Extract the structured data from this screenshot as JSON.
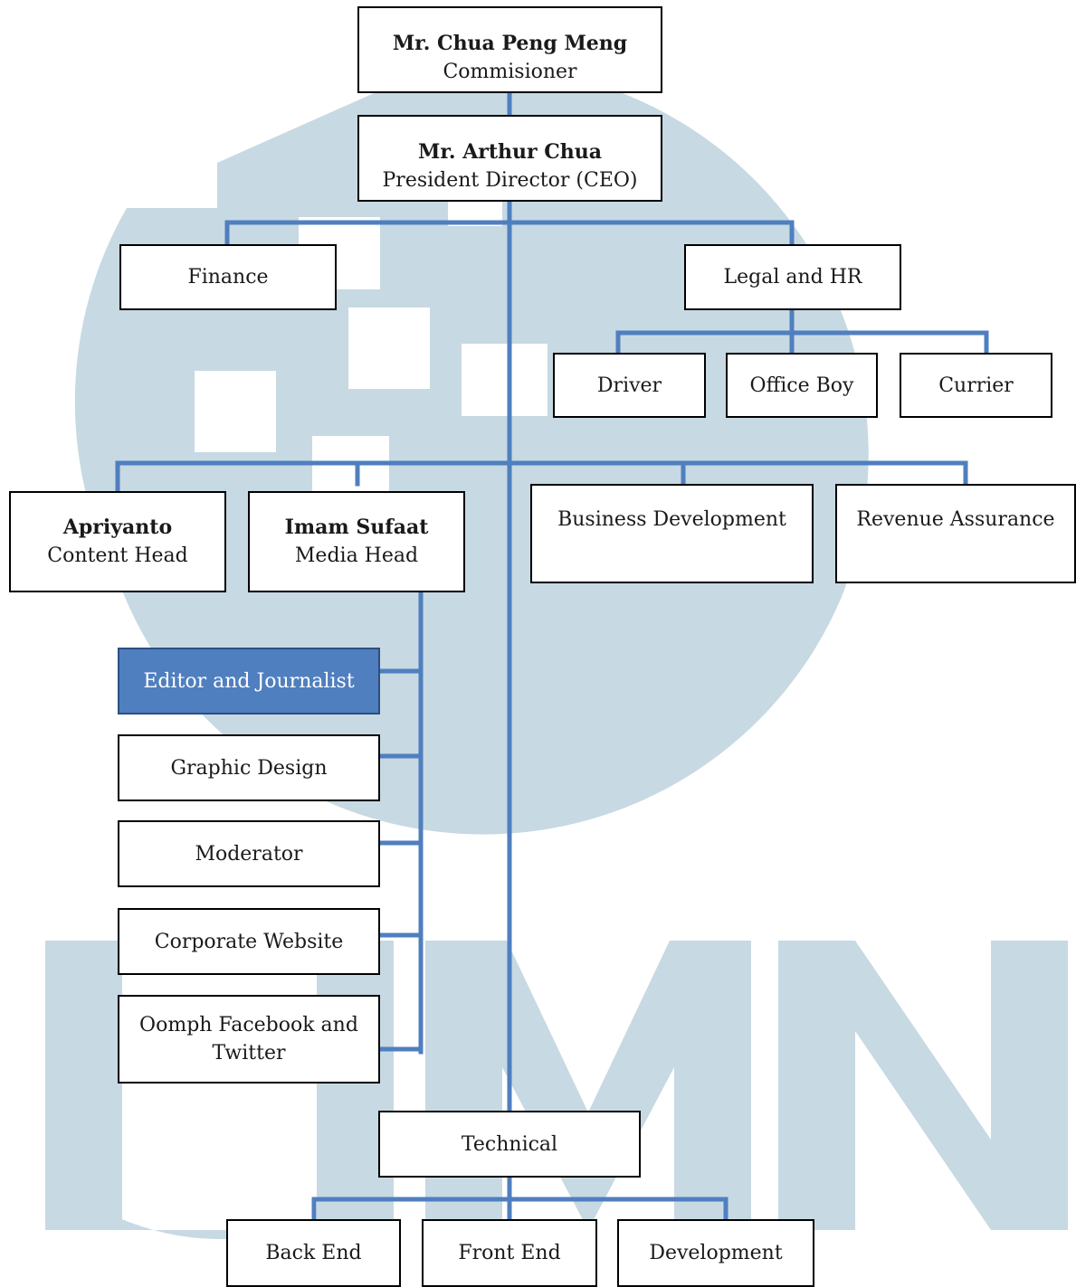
{
  "colors": {
    "connector": "#4f7fbf",
    "highlight": "#4f7fbf",
    "watermark": "#c7d9e2"
  },
  "watermark_text": "UMN",
  "commissioner": {
    "name": "Mr. Chua Peng Meng",
    "role": "Commisioner"
  },
  "ceo": {
    "name": "Mr. Arthur Chua",
    "role": "President Director (CEO)"
  },
  "finance": "Finance",
  "legal_hr": "Legal and HR",
  "driver": "Driver",
  "office_boy": "Office Boy",
  "currier": "Currier",
  "content_head": {
    "name": "Apriyanto",
    "role": "Content Head"
  },
  "media_head": {
    "name": "Imam Sufaat",
    "role": "Media Head"
  },
  "business_development": "Business Development",
  "revenue_assurance": "Revenue Assurance",
  "editor_journalist": "Editor and Journalist",
  "graphic_design": "Graphic Design",
  "moderator": "Moderator",
  "corporate_website": "Corporate Website",
  "oomph_social": "Oomph Facebook and Twitter",
  "technical": "Technical",
  "back_end": "Back End",
  "front_end": "Front End",
  "development": "Development"
}
